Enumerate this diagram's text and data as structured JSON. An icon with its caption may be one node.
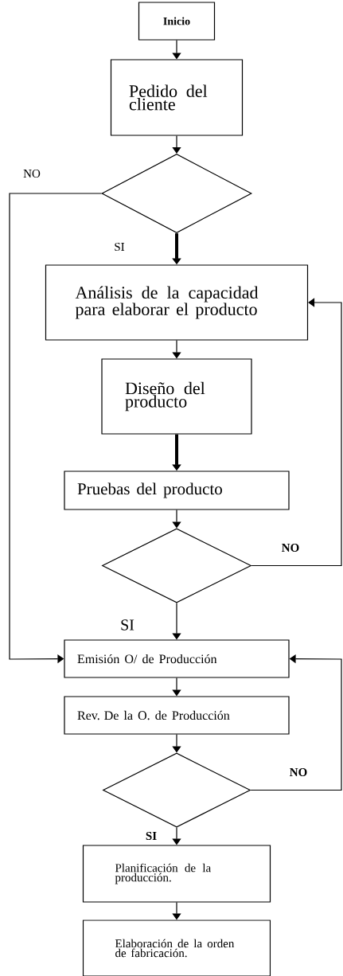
{
  "diagram": {
    "nodes": [
      {
        "text": [
          "Inicio"
        ]
      },
      {
        "text": [
          "Pedido del cliente"
        ]
      },
      {
        "text": [],
        "shape": "diamond"
      },
      {
        "text": [
          "Análisis de la capacidad para elaborar el producto"
        ]
      },
      {
        "text": [
          "Diseño del producto"
        ]
      },
      {
        "text": [
          "Pruebas del  producto"
        ]
      },
      {
        "text": [],
        "shape": "diamond"
      },
      {
        "text": [
          "Emisión O/ de Producción"
        ]
      },
      {
        "text": [
          "Rev. De la O. de Producción"
        ]
      },
      {
        "text": [],
        "shape": "diamond"
      },
      {
        "text": [
          "Planificación de la producción."
        ]
      },
      {
        "text": [
          "Elaboración de la orden de fabricación."
        ]
      }
    ],
    "edges": [
      {
        "from": 0,
        "to": 1,
        "arrow": "to"
      },
      {
        "from": 1,
        "to": 2,
        "arrow": "to"
      },
      {
        "from": 2,
        "to": 3,
        "arrow": "to",
        "label": "SI",
        "style": "thick"
      },
      {
        "from": 2,
        "to": 7,
        "arrow": "to",
        "label": "NO"
      },
      {
        "from": 3,
        "to": 4,
        "arrow": "to"
      },
      {
        "from": 4,
        "to": 5,
        "arrow": "to",
        "style": "thick"
      },
      {
        "from": 5,
        "to": 6,
        "arrow": "to"
      },
      {
        "from": 6,
        "to": 7,
        "arrow": "to",
        "label": "SI"
      },
      {
        "from": 6,
        "to": 3,
        "arrow": "to",
        "label": "NO"
      },
      {
        "from": 7,
        "to": 8,
        "arrow": "to"
      },
      {
        "from": 8,
        "to": 9,
        "arrow": "to"
      },
      {
        "from": 9,
        "to": 7,
        "arrow": "to",
        "label": "NO"
      },
      {
        "from": 9,
        "to": 10,
        "arrow": "to",
        "label": "SI"
      },
      {
        "from": 10,
        "to": 11,
        "arrow": "to"
      }
    ]
  }
}
